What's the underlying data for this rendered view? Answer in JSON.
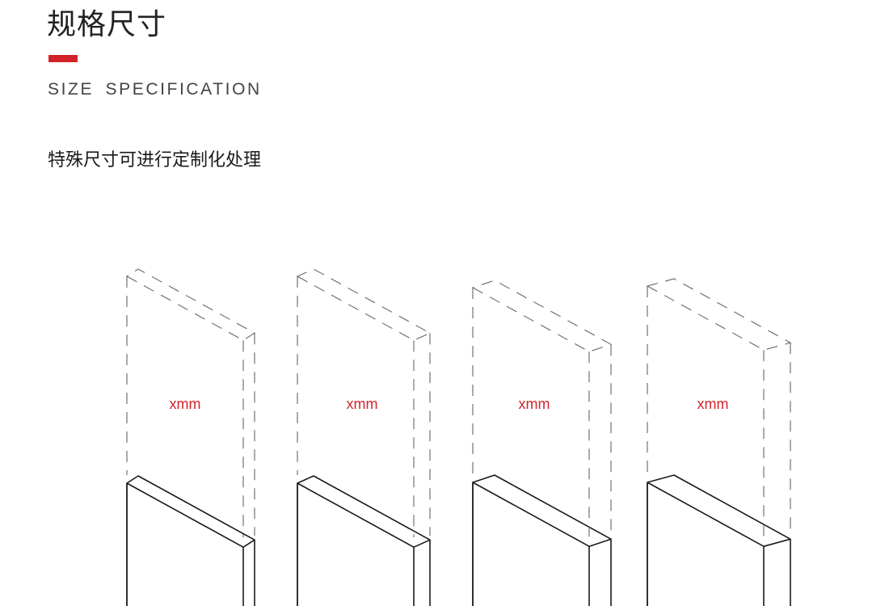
{
  "header": {
    "title": "规格尺寸",
    "subtitle": "SIZE SPECIFICATION",
    "accent_color": "#d3232a"
  },
  "note": "特殊尺寸可进行定制化处理",
  "diagram": {
    "panels": [
      {
        "dimension_label": "xmm"
      },
      {
        "dimension_label": "xmm"
      },
      {
        "dimension_label": "xmm"
      },
      {
        "dimension_label": "xmm"
      }
    ],
    "label_color": "#d3232a",
    "line_color": "#1a1a1a",
    "dash_color": "#666666"
  }
}
